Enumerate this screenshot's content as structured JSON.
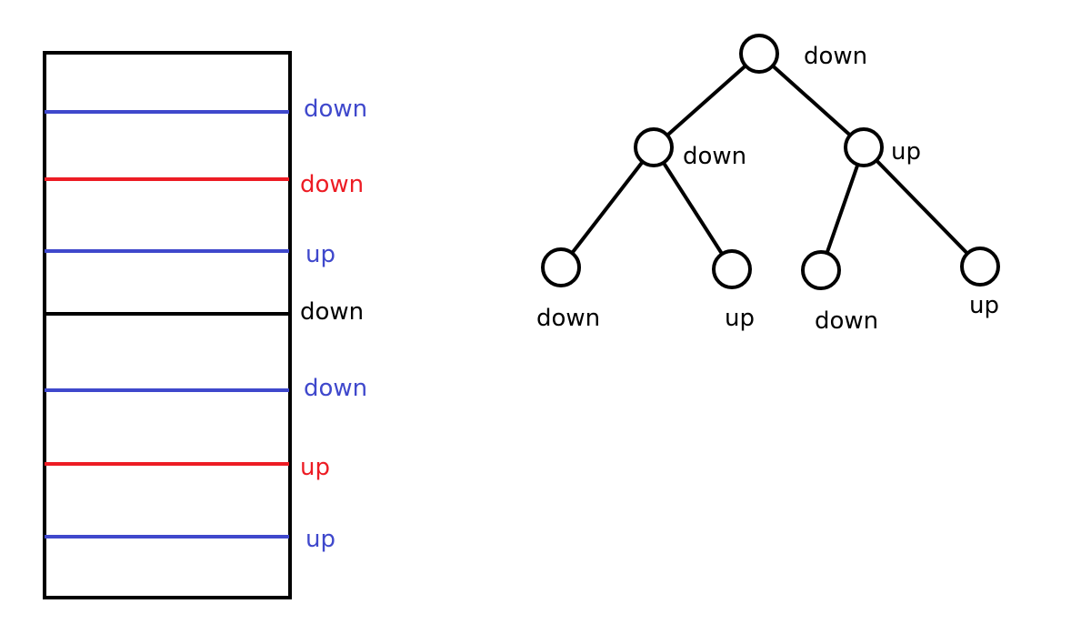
{
  "colors": {
    "blue": "#3f48cc",
    "red": "#ed1c24",
    "black": "#000000"
  },
  "strip": {
    "lines": [
      {
        "label": "down",
        "color": "blue"
      },
      {
        "label": "down",
        "color": "red"
      },
      {
        "label": "up",
        "color": "blue"
      },
      {
        "label": "down",
        "color": "black"
      },
      {
        "label": "down",
        "color": "blue"
      },
      {
        "label": "up",
        "color": "red"
      },
      {
        "label": "up",
        "color": "blue"
      }
    ]
  },
  "tree": {
    "root": "down",
    "left": "down",
    "right": "up",
    "left_left": "down",
    "left_right": "up",
    "right_left": "down",
    "right_right": "up"
  }
}
